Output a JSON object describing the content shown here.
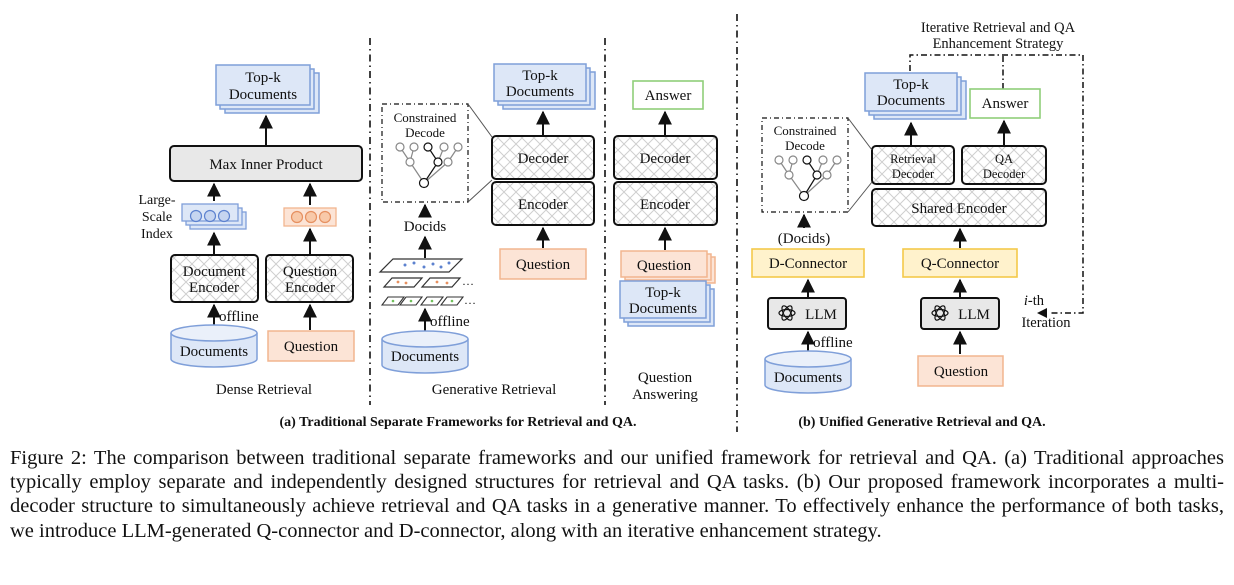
{
  "dense": {
    "topk": [
      "Top-k",
      "Documents"
    ],
    "mip": "Max Inner Product",
    "index": [
      "Large-",
      "Scale",
      "Index"
    ],
    "doc_encoder": [
      "Document",
      "Encoder"
    ],
    "q_encoder": [
      "Question",
      "Encoder"
    ],
    "offline": "offline",
    "documents": "Documents",
    "question": "Question",
    "label": "Dense Retrieval"
  },
  "generative": {
    "constrained": [
      "Constrained",
      "Decode"
    ],
    "docids": "Docids",
    "offline": "offline",
    "documents": "Documents",
    "topk": [
      "Top-k",
      "Documents"
    ],
    "decoder": "Decoder",
    "encoder": "Encoder",
    "question": "Question",
    "label": "Generative Retrieval"
  },
  "qa": {
    "answer": "Answer",
    "decoder": "Decoder",
    "encoder": "Encoder",
    "question": "Question",
    "topk": [
      "Top-k",
      "Documents"
    ],
    "label": [
      "Question",
      "Answering"
    ]
  },
  "unified": {
    "strategy": [
      "Iterative Retrieval and QA",
      "Enhancement Strategy"
    ],
    "topk": [
      "Top-k",
      "Documents"
    ],
    "answer": "Answer",
    "constrained": [
      "Constrained",
      "Decode"
    ],
    "retrieval_decoder": [
      "Retrieval",
      "Decoder"
    ],
    "qa_decoder": [
      "QA",
      "Decoder"
    ],
    "shared_encoder": "Shared Encoder",
    "docids": "(Docids)",
    "d_connector": "D-Connector",
    "q_connector": "Q-Connector",
    "llm": "LLM",
    "iteration": [
      "i",
      "-th",
      "Iteration"
    ],
    "offline": "offline",
    "documents": "Documents",
    "question": "Question"
  },
  "subcaption_a": "(a) Traditional Separate Frameworks for Retrieval and QA.",
  "subcaption_b": "(b) Unified Generative Retrieval and QA.",
  "caption": "Figure 2: The comparison between traditional separate frameworks and our unified framework for retrieval and QA. (a) Traditional approaches typically employ separate and independently designed structures for retrieval and QA tasks. (b) Our proposed framework incorporates a multi-decoder structure to simultaneously achieve retrieval and QA tasks in a generative manner. To effectively enhance the performance of both tasks, we introduce LLM-generated Q-connector and D-connector, along with an iterative enhancement strategy.",
  "colors": {
    "blue_stroke": "#7f9fd9",
    "blue_fill": "#dde7f7",
    "orange_stroke": "#f2b58f",
    "orange_fill": "#fce4d6",
    "green_stroke": "#8fce7a",
    "yellow_stroke": "#f3c94a",
    "yellow_fill": "#fff2cc",
    "gray_fill": "#e8e8e8"
  }
}
